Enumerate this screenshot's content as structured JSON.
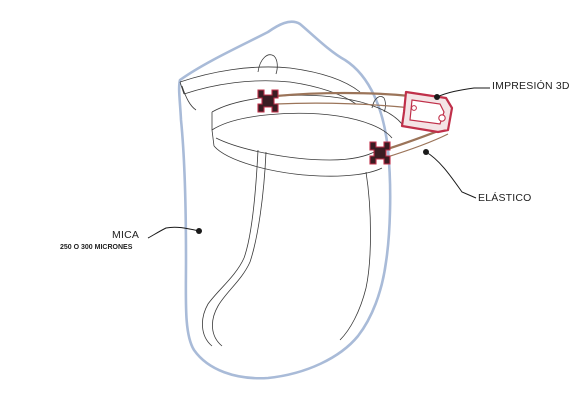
{
  "labels": {
    "printed_part": "IMPRESIÓN 3D",
    "elastic": "ELÁSTICO",
    "shield": "MICA",
    "shield_spec": "250 O 300 MICRONES"
  },
  "colors": {
    "shield_outline": "#a9bbd8",
    "line_art": "#3a3a3a",
    "printed_part": "#c0304a",
    "elastic": "#9b7459",
    "leader": "#1a1a1a"
  }
}
